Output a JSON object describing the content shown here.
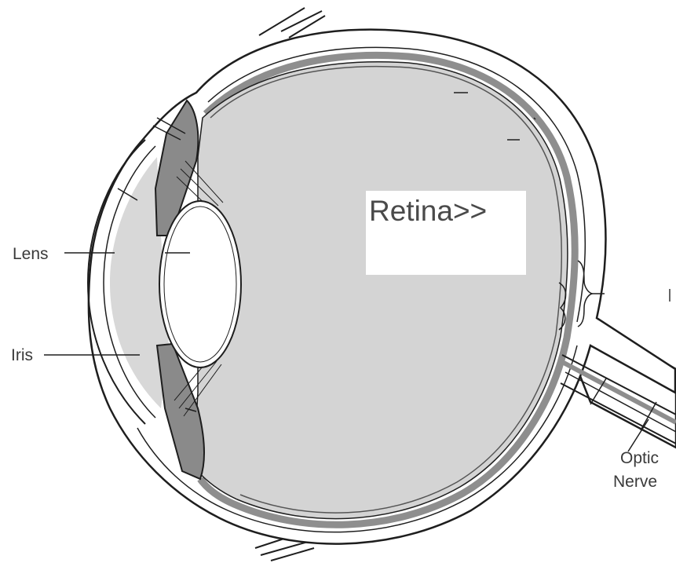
{
  "labels": {
    "lens": "Lens",
    "iris": "Iris",
    "retina": "Retina>>",
    "optic": "Optic",
    "nerve": "Nerve"
  },
  "colors": {
    "sclera_fill": "#ffffff",
    "vitreous_fill": "#d4d4d4",
    "choroid_band": "#8e8e8e",
    "iris_fill": "#8a8a8a",
    "lens_fill": "#ffffff",
    "outline": "#1e1e1e"
  }
}
